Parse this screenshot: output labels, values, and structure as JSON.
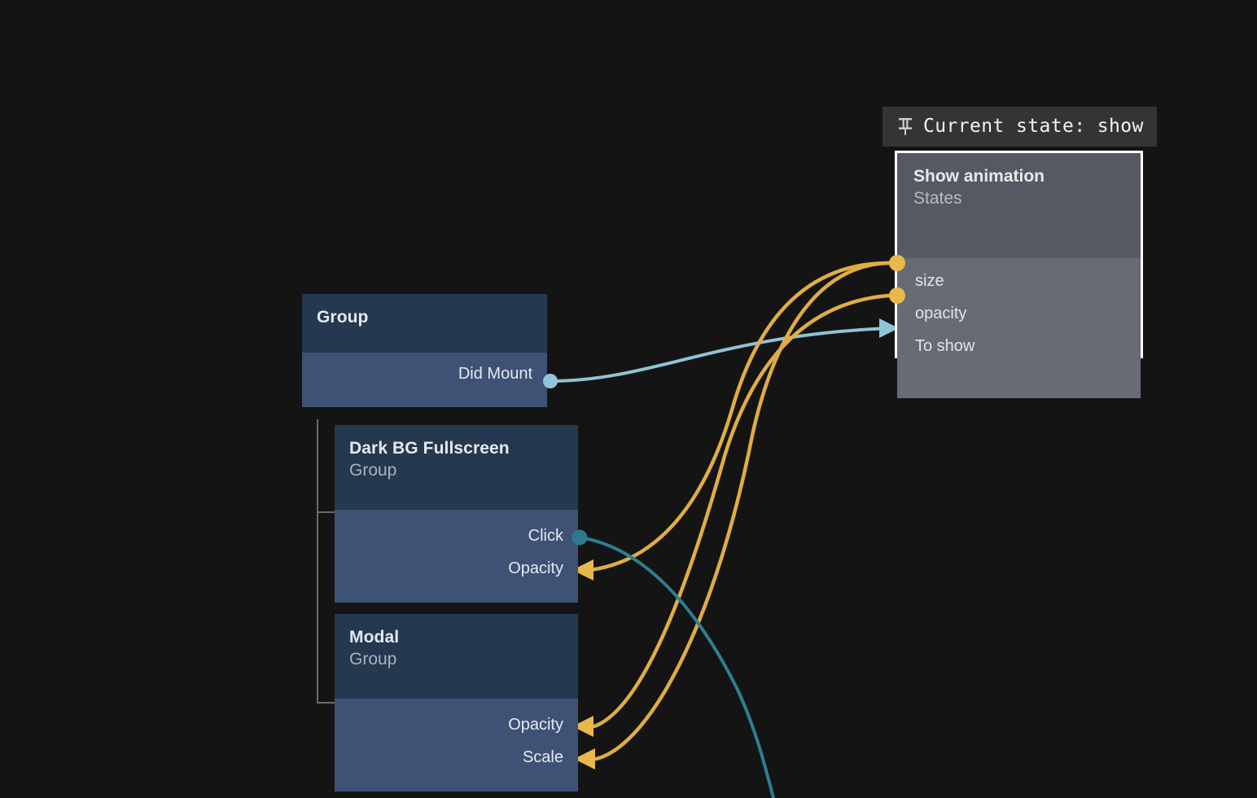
{
  "canvas": {
    "background_color": "#141414",
    "kind": "node-graph-editor"
  },
  "pin_bar": {
    "icon": "pushpin-icon",
    "label": "Current state: show",
    "background_color": "#343434",
    "text_color": "#f2f2f2"
  },
  "nodes": [
    {
      "id": "group",
      "title": "Group",
      "subtitle": "",
      "header_color": "#24384f",
      "body_color": "#3e5275",
      "ports": [
        {
          "label": "Did Mount",
          "side": "right",
          "marker": "dot",
          "color": "#92c5d8"
        }
      ]
    },
    {
      "id": "dark-bg-fullscreen",
      "title": "Dark BG Fullscreen",
      "subtitle": "Group",
      "header_color": "#24384f",
      "body_color": "#3e5275",
      "ports": [
        {
          "label": "Click",
          "side": "right",
          "marker": "dot",
          "color": "#2c7a8c"
        },
        {
          "label": "Opacity",
          "side": "right",
          "marker": "arrow-left",
          "color": "#e8b84b"
        }
      ]
    },
    {
      "id": "modal",
      "title": "Modal",
      "subtitle": "Group",
      "header_color": "#24384f",
      "body_color": "#3e5275",
      "ports": [
        {
          "label": "Opacity",
          "side": "right",
          "marker": "arrow-left",
          "color": "#e8b84b"
        },
        {
          "label": "Scale",
          "side": "right",
          "marker": "arrow-left",
          "color": "#e8b84b"
        }
      ]
    },
    {
      "id": "show-animation",
      "title": "Show animation",
      "subtitle": "States",
      "selected": true,
      "border_color": "#ffffff",
      "header_color": "#555963",
      "body_color": "#676b75",
      "ports": [
        {
          "label": "size",
          "side": "left",
          "marker": "dot",
          "color": "#e8b84b"
        },
        {
          "label": "opacity",
          "side": "left",
          "marker": "dot",
          "color": "#e8b84b"
        },
        {
          "label": "To show",
          "side": "left",
          "marker": "arrow-right",
          "color": "#92c5d8"
        }
      ]
    }
  ],
  "edges": [
    {
      "from": "group.Did Mount",
      "to": "show-animation.To show",
      "color": "#8fc3d6"
    },
    {
      "from": "show-animation.size",
      "to": "dark-bg-fullscreen.Opacity",
      "color": "#e0ad42"
    },
    {
      "from": "show-animation.size",
      "to": "modal.Scale",
      "color": "#e0ad42"
    },
    {
      "from": "show-animation.opacity",
      "to": "modal.Opacity",
      "color": "#e0ad42"
    },
    {
      "from": "dark-bg-fullscreen.Click",
      "to": "offscreen-bottom",
      "color": "#2d7f8f"
    }
  ],
  "colors": {
    "accent_orange": "#e8b84b",
    "accent_teal": "#2c7a8c",
    "accent_lightblue": "#92c5d8",
    "node_header": "#24384f",
    "node_body": "#3e5275",
    "selected_border": "#ffffff",
    "canvas_bg": "#141414",
    "tree_line": "#6b6b6b"
  }
}
